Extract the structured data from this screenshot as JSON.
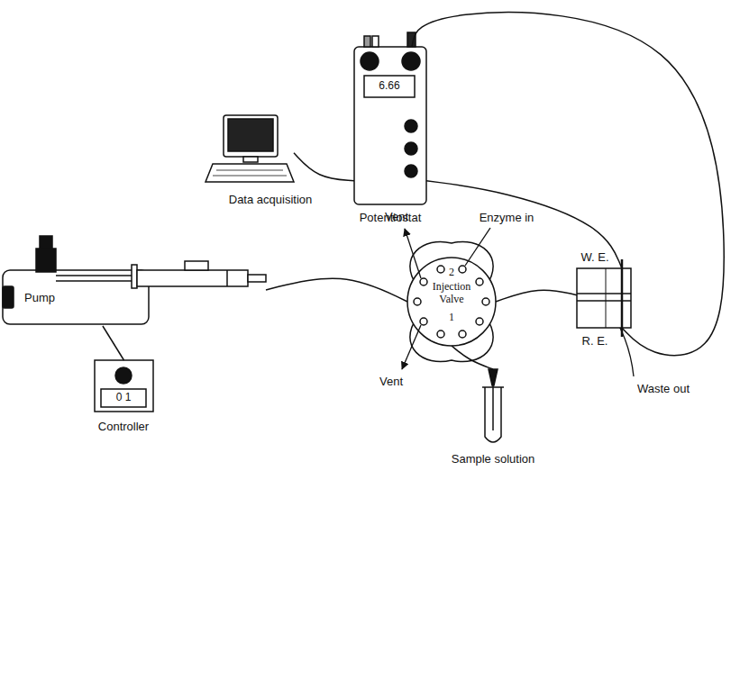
{
  "diagram": {
    "nodes": [
      {
        "text": [
          "Data acquisition"
        ]
      },
      {
        "text": [
          "6.66",
          "Potentiostat"
        ]
      },
      {
        "text": [
          "Pump"
        ]
      },
      {
        "text": [
          "0 1",
          "Controller"
        ]
      },
      {
        "text": [
          "2",
          "Injection Valve",
          "1"
        ]
      },
      {
        "text": [
          "W. E.",
          "R. E."
        ]
      },
      {
        "text": [
          "Sample solution"
        ]
      }
    ],
    "edges": [
      {
        "from": 0,
        "to": 1,
        "arrow": "none"
      },
      {
        "from": 1,
        "to": 5,
        "arrow": "none"
      },
      {
        "from": 1,
        "to": 5,
        "arrow": "none"
      },
      {
        "from": 2,
        "to": 3,
        "arrow": "none"
      },
      {
        "from": 2,
        "to": 4,
        "arrow": "none"
      },
      {
        "from": 4,
        "to": 5,
        "arrow": "none"
      },
      {
        "from": 6,
        "to": 4,
        "arrow": "none"
      }
    ],
    "labels": [
      "Vent",
      "Enzyme in",
      "Vent",
      "Waste out"
    ]
  }
}
